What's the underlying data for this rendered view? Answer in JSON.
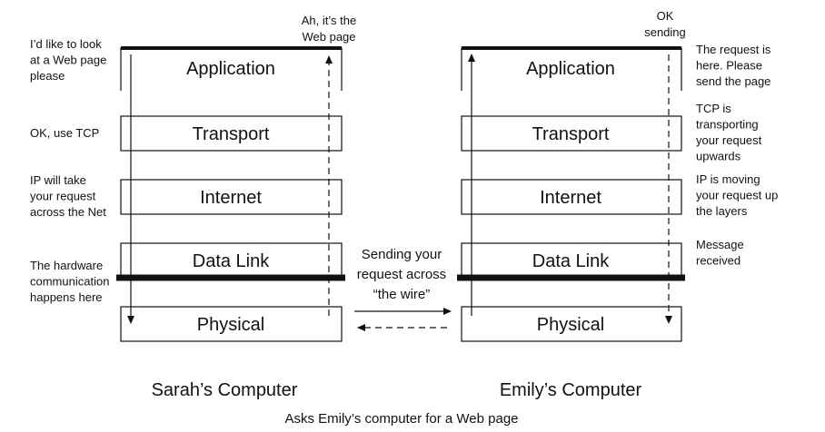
{
  "computers": {
    "left": {
      "caption": "Sarah’s Computer",
      "layers": [
        "Application",
        "Transport",
        "Internet",
        "Data Link",
        "Physical"
      ],
      "notes_left": [
        [
          "I’d like to look",
          "at a Web page",
          "please"
        ],
        [
          "OK, use TCP"
        ],
        [
          "IP will take",
          "your request",
          "across the Net"
        ],
        [
          "The hardware",
          "communication",
          "happens here"
        ]
      ],
      "top_note": [
        "Ah, it’s the",
        "Web page"
      ]
    },
    "right": {
      "caption": "Emily’s Computer",
      "layers": [
        "Application",
        "Transport",
        "Internet",
        "Data Link",
        "Physical"
      ],
      "notes_right": [
        [
          "The request is",
          "here. Please",
          "send the page"
        ],
        [
          "TCP is",
          "transporting",
          "your request",
          "upwards"
        ],
        [
          "IP is moving",
          "your request up",
          "the layers"
        ],
        [
          "Message",
          "received"
        ]
      ],
      "top_note": [
        "OK",
        "sending"
      ]
    }
  },
  "wire_note": [
    "Sending your",
    "request across",
    "“the wire”"
  ],
  "footer": "Asks Emily’s computer for a Web page"
}
